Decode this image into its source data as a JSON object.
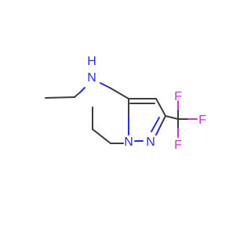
{
  "colors": {
    "carbon": "#3d3d3d",
    "nitrogen": "#2b2bde",
    "fluorine": "#cc33cc",
    "background": "#ffffff"
  },
  "atoms": {
    "nh": "N",
    "nh_h": "H",
    "n_bridge": "N",
    "n_pyrazole": "N",
    "f1": "F",
    "f2": "F",
    "f3": "F"
  }
}
